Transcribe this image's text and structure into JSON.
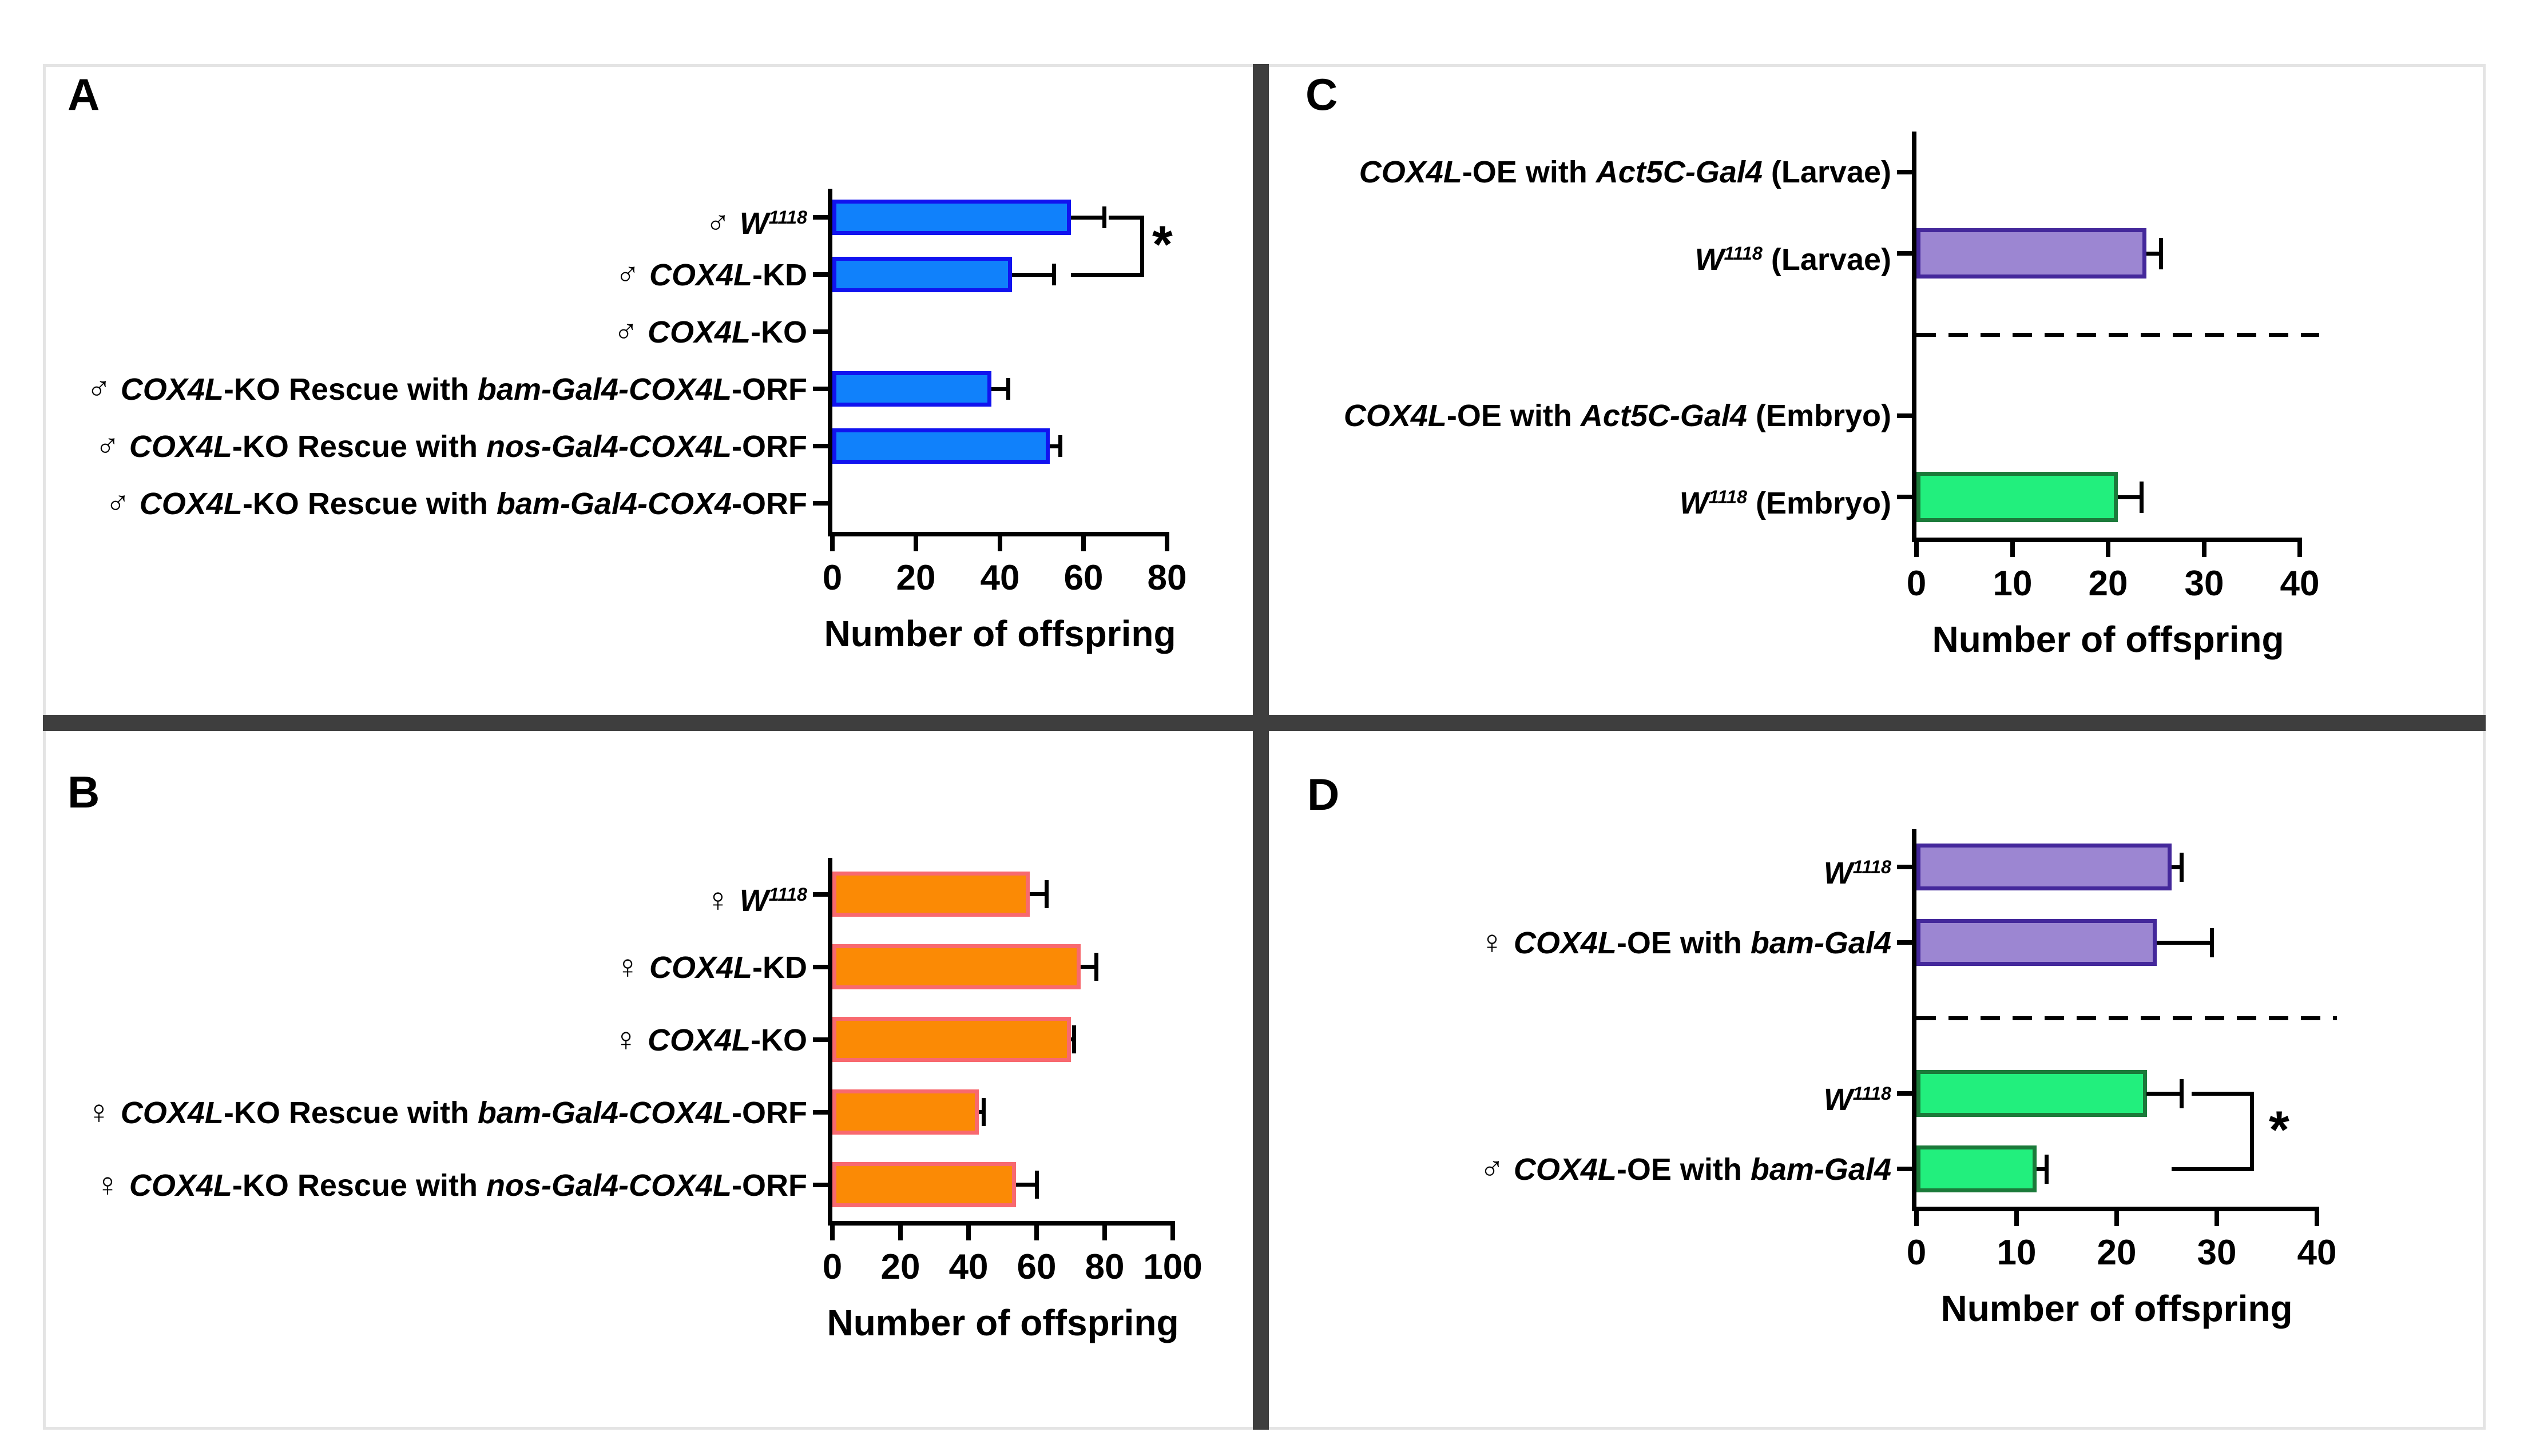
{
  "figure": {
    "background": "#FFFFFF",
    "frame_color": "#E4E4E4",
    "divider_color": "#3E3E3E",
    "axis_color": "#000000",
    "colors": {
      "blue_fill": "#1081FB",
      "blue_border": "#1113EF",
      "orange_fill": "#FB8A05",
      "orange_border": "#F8696F",
      "purple_fill": "#9C86D2",
      "purple_border": "#44289B",
      "green_fill": "#22EF7D",
      "green_border": "#1B7A3A"
    },
    "panels": [
      {
        "letter": "A",
        "axis": {
          "max": 80,
          "ticks": [
            0,
            20,
            40,
            60,
            80
          ],
          "label": "Number of offspring"
        },
        "bracket": {
          "row_top": 0,
          "row_bottom": 1,
          "arm_top_from": 66,
          "arm_bottom_from": 57,
          "x": 74,
          "sym_x": 76.5,
          "symbol": "*"
        },
        "rows": [
          {
            "color": "blue",
            "value": 57,
            "error": 8,
            "label": [
              {
                "t": "♂ ",
                "sym": true
              },
              {
                "t": "W",
                "i": true
              },
              {
                "t": "1118",
                "i": true,
                "sup": true
              }
            ]
          },
          {
            "color": "blue",
            "value": 43,
            "error": 10,
            "label": [
              {
                "t": "♂ ",
                "sym": true
              },
              {
                "t": "COX4L",
                "i": true
              },
              {
                "t": "-KD"
              }
            ]
          },
          {
            "color": "blue",
            "value": 0,
            "error": 0,
            "label": [
              {
                "t": "♂ ",
                "sym": true
              },
              {
                "t": "COX4L",
                "i": true
              },
              {
                "t": "-KO"
              }
            ]
          },
          {
            "color": "blue",
            "value": 38,
            "error": 4,
            "label": [
              {
                "t": "♂ ",
                "sym": true
              },
              {
                "t": "COX4L",
                "i": true
              },
              {
                "t": "-KO Rescue with "
              },
              {
                "t": "bam-Gal4-COX4L",
                "i": true
              },
              {
                "t": "-ORF"
              }
            ]
          },
          {
            "color": "blue",
            "value": 52,
            "error": 2.5,
            "label": [
              {
                "t": "♂ ",
                "sym": true
              },
              {
                "t": "COX4L",
                "i": true
              },
              {
                "t": "-KO Rescue with "
              },
              {
                "t": "nos-Gal4-COX4L",
                "i": true
              },
              {
                "t": "-ORF"
              }
            ]
          },
          {
            "color": "blue",
            "value": 0,
            "error": 0,
            "label": [
              {
                "t": "♂ ",
                "sym": true
              },
              {
                "t": "COX4L",
                "i": true
              },
              {
                "t": "-KO Rescue with "
              },
              {
                "t": "bam-Gal4-COX4",
                "i": true
              },
              {
                "t": "-ORF"
              }
            ]
          }
        ]
      },
      {
        "letter": "B",
        "axis": {
          "max": 100,
          "ticks": [
            0,
            20,
            40,
            60,
            80,
            100
          ],
          "label": "Number of offspring"
        },
        "bracket": null,
        "rows": [
          {
            "color": "orange",
            "value": 58,
            "error": 5,
            "label": [
              {
                "t": "♀ ",
                "sym": true
              },
              {
                "t": "W",
                "i": true
              },
              {
                "t": "1118",
                "i": true,
                "sup": true
              }
            ]
          },
          {
            "color": "orange",
            "value": 73,
            "error": 4.5,
            "label": [
              {
                "t": "♀ ",
                "sym": true
              },
              {
                "t": "COX4L",
                "i": true
              },
              {
                "t": "-KD"
              }
            ]
          },
          {
            "color": "orange",
            "value": 70,
            "error": 1,
            "label": [
              {
                "t": "♀ ",
                "sym": true
              },
              {
                "t": "COX4L",
                "i": true
              },
              {
                "t": "-KO"
              }
            ]
          },
          {
            "color": "orange",
            "value": 43,
            "error": 1.5,
            "label": [
              {
                "t": "♀ ",
                "sym": true
              },
              {
                "t": "COX4L",
                "i": true
              },
              {
                "t": "-KO Rescue with "
              },
              {
                "t": "bam-Gal4-COX4L",
                "i": true
              },
              {
                "t": "-ORF"
              }
            ]
          },
          {
            "color": "orange",
            "value": 54,
            "error": 6,
            "label": [
              {
                "t": "♀ ",
                "sym": true
              },
              {
                "t": "COX4L",
                "i": true
              },
              {
                "t": "-KO Rescue with "
              },
              {
                "t": "nos-Gal4-COX4L",
                "i": true
              },
              {
                "t": "-ORF"
              }
            ]
          }
        ]
      },
      {
        "letter": "C",
        "axis": {
          "max": 40,
          "ticks": [
            0,
            10,
            20,
            30,
            40
          ],
          "label": "Number of offspring"
        },
        "bracket": null,
        "rows": [
          {
            "color": "purple",
            "value": 0,
            "error": 0,
            "label": [
              {
                "t": "COX4L",
                "i": true
              },
              {
                "t": "-OE  with "
              },
              {
                "t": "Act5C-Gal4",
                "i": true
              },
              {
                "t": " (Larvae)"
              }
            ]
          },
          {
            "color": "purple",
            "value": 24,
            "error": 1.5,
            "label": [
              {
                "t": "W",
                "i": true
              },
              {
                "t": "1118",
                "i": true,
                "sup": true
              },
              {
                "t": " (Larvae)"
              }
            ]
          },
          {
            "type": "dashed"
          },
          {
            "color": "green",
            "value": 0,
            "error": 0,
            "label": [
              {
                "t": "COX4L",
                "i": true
              },
              {
                "t": "-OE  with "
              },
              {
                "t": "Act5C-Gal4",
                "i": true
              },
              {
                "t": " (Embryo)"
              }
            ]
          },
          {
            "color": "green",
            "value": 21,
            "error": 2.5,
            "label": [
              {
                "t": "W",
                "i": true
              },
              {
                "t": "1118",
                "i": true,
                "sup": true
              },
              {
                "t": " (Embryo)"
              }
            ]
          }
        ]
      },
      {
        "letter": "D",
        "axis": {
          "max": 40,
          "ticks": [
            0,
            10,
            20,
            30,
            40
          ],
          "label": "Number of offspring"
        },
        "bracket": {
          "row_top": 3,
          "row_bottom": 4,
          "arm_top_from": 27.5,
          "arm_bottom_from": 25.5,
          "x": 33.5,
          "sym_x": 35.2,
          "symbol": "*"
        },
        "rows": [
          {
            "color": "purple",
            "value": 25.5,
            "error": 1,
            "label": [
              {
                "t": "W",
                "i": true
              },
              {
                "t": "1118",
                "i": true,
                "sup": true
              }
            ]
          },
          {
            "color": "purple",
            "value": 24,
            "error": 5.5,
            "label": [
              {
                "t": "♀ ",
                "sym": true
              },
              {
                "t": "COX4L",
                "i": true
              },
              {
                "t": "-OE  with "
              },
              {
                "t": "bam-Gal4",
                "i": true
              }
            ]
          },
          {
            "type": "dashed"
          },
          {
            "color": "green",
            "value": 23,
            "error": 3.5,
            "label": [
              {
                "t": "W",
                "i": true
              },
              {
                "t": "1118",
                "i": true,
                "sup": true
              }
            ]
          },
          {
            "color": "green",
            "value": 12,
            "error": 1,
            "label": [
              {
                "t": "♂ ",
                "sym": true
              },
              {
                "t": "COX4L",
                "i": true
              },
              {
                "t": "-OE  with "
              },
              {
                "t": "bam-Gal4",
                "i": true
              }
            ]
          }
        ]
      }
    ]
  },
  "chart_data": [
    {
      "type": "bar",
      "orientation": "horizontal",
      "panel": "A",
      "categories": [
        "♂ W1118",
        "♂ COX4L-KD",
        "♂ COX4L-KO",
        "♂ COX4L-KO Rescue with bam-Gal4-COX4L-ORF",
        "♂ COX4L-KO Rescue with nos-Gal4-COX4L-ORF",
        "♂ COX4L-KO Rescue with bam-Gal4-COX4-ORF"
      ],
      "values": [
        57,
        43,
        0,
        38,
        52,
        0
      ],
      "errors": [
        8,
        10,
        0,
        4,
        2.5,
        0
      ],
      "xlabel": "Number of offspring",
      "xlim": [
        0,
        80
      ],
      "xticks": [
        0,
        20,
        40,
        60,
        80
      ],
      "bar_color": "#1081FB",
      "bar_border": "#1113EF",
      "grid": false,
      "legend": false,
      "significance": {
        "pair_indices": [
          0,
          1
        ],
        "label": "*"
      }
    },
    {
      "type": "bar",
      "orientation": "horizontal",
      "panel": "B",
      "categories": [
        "♀ W1118",
        "♀ COX4L-KD",
        "♀ COX4L-KO",
        "♀ COX4L-KO Rescue with bam-Gal4-COX4L-ORF",
        "♀ COX4L-KO Rescue with nos-Gal4-COX4L-ORF"
      ],
      "values": [
        58,
        73,
        70,
        43,
        54
      ],
      "errors": [
        5,
        4.5,
        1,
        1.5,
        6
      ],
      "xlabel": "Number of offspring",
      "xlim": [
        0,
        100
      ],
      "xticks": [
        0,
        20,
        40,
        60,
        80,
        100
      ],
      "bar_color": "#FB8A05",
      "bar_border": "#F8696F",
      "grid": false,
      "legend": false
    },
    {
      "type": "bar",
      "orientation": "horizontal",
      "panel": "C",
      "categories": [
        "COX4L-OE with Act5C-Gal4 (Larvae)",
        "W1118 (Larvae)",
        "COX4L-OE with Act5C-Gal4 (Embryo)",
        "W1118 (Embryo)"
      ],
      "values": [
        0,
        24,
        0,
        21
      ],
      "errors": [
        0,
        1.5,
        0,
        2.5
      ],
      "xlabel": "Number of offspring",
      "xlim": [
        0,
        40
      ],
      "xticks": [
        0,
        10,
        20,
        30,
        40
      ],
      "bar_colors": [
        "#9C86D2",
        "#9C86D2",
        "#22EF7D",
        "#22EF7D"
      ],
      "dashed_separator_after_index": 1,
      "grid": false,
      "legend": false
    },
    {
      "type": "bar",
      "orientation": "horizontal",
      "panel": "D",
      "categories": [
        "W1118",
        "♀ COX4L-OE with bam-Gal4",
        "W1118",
        "♂ COX4L-OE with bam-Gal4"
      ],
      "values": [
        25.5,
        24,
        23,
        12
      ],
      "errors": [
        1,
        5.5,
        3.5,
        1
      ],
      "xlabel": "Number of offspring",
      "xlim": [
        0,
        40
      ],
      "xticks": [
        0,
        10,
        20,
        30,
        40
      ],
      "bar_colors": [
        "#9C86D2",
        "#9C86D2",
        "#22EF7D",
        "#22EF7D"
      ],
      "dashed_separator_after_index": 1,
      "significance": {
        "pair_indices": [
          2,
          3
        ],
        "label": "*"
      },
      "grid": false,
      "legend": false
    }
  ]
}
